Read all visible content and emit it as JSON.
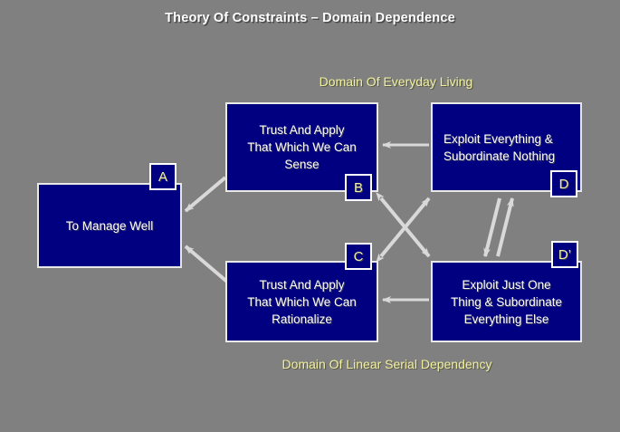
{
  "page": {
    "title": "Theory Of Constraints – Domain Dependence",
    "background_color": "#808080",
    "node_fill_color": "#000080",
    "node_border_color": "#e8e8e8",
    "node_text_color": "#ffffff",
    "label_color": "#f2f0a0",
    "arrow_color": "#d9d9d9"
  },
  "domains": {
    "top_label": "Domain Of Everyday Living",
    "bottom_label": "Domain Of Linear Serial Dependency"
  },
  "nodes": [
    {
      "id": "A",
      "badge": "A",
      "text": "To Manage Well"
    },
    {
      "id": "B",
      "badge": "B",
      "text": "Trust And Apply That Which We Can Sense"
    },
    {
      "id": "C",
      "badge": "C",
      "text": "Trust And Apply That Which We Can Rationalize"
    },
    {
      "id": "D",
      "badge": "D",
      "text": "Exploit Everything  & Subordinate Nothing"
    },
    {
      "id": "Dp",
      "badge": "D’",
      "text": "Exploit Just One Thing & Subordinate Everything  Else"
    }
  ],
  "node_text_lines": {
    "a": "To Manage Well",
    "b_line1": "Trust And Apply",
    "b_line2": "That Which We Can",
    "b_line3": "Sense",
    "c_line1": "Trust And Apply",
    "c_line2": "That Which We Can",
    "c_line3": "Rationalize",
    "d_line1": "Exploit Everything  &",
    "d_line2": "Subordinate Nothing",
    "dp_line1": "Exploit Just One",
    "dp_line2": "Thing & Subordinate",
    "dp_line3": "Everything  Else"
  },
  "badges": {
    "a": "A",
    "b": "B",
    "c": "C",
    "d": "D",
    "dp": "D’"
  },
  "connections": [
    {
      "name": "b-to-a",
      "from": "B",
      "to": "A",
      "style": "single"
    },
    {
      "name": "c-to-a",
      "from": "C",
      "to": "A",
      "style": "single"
    },
    {
      "name": "d-to-b",
      "from": "D",
      "to": "B",
      "style": "single"
    },
    {
      "name": "dp-to-c",
      "from": "D’",
      "to": "C",
      "style": "single"
    },
    {
      "name": "b-to-dp",
      "from": "B",
      "to": "D’",
      "style": "double"
    },
    {
      "name": "c-to-d",
      "from": "C",
      "to": "D",
      "style": "double"
    },
    {
      "name": "d-up",
      "from": "D’",
      "to": "D",
      "style": "single"
    },
    {
      "name": "dp-down",
      "from": "D",
      "to": "D’",
      "style": "single"
    }
  ]
}
